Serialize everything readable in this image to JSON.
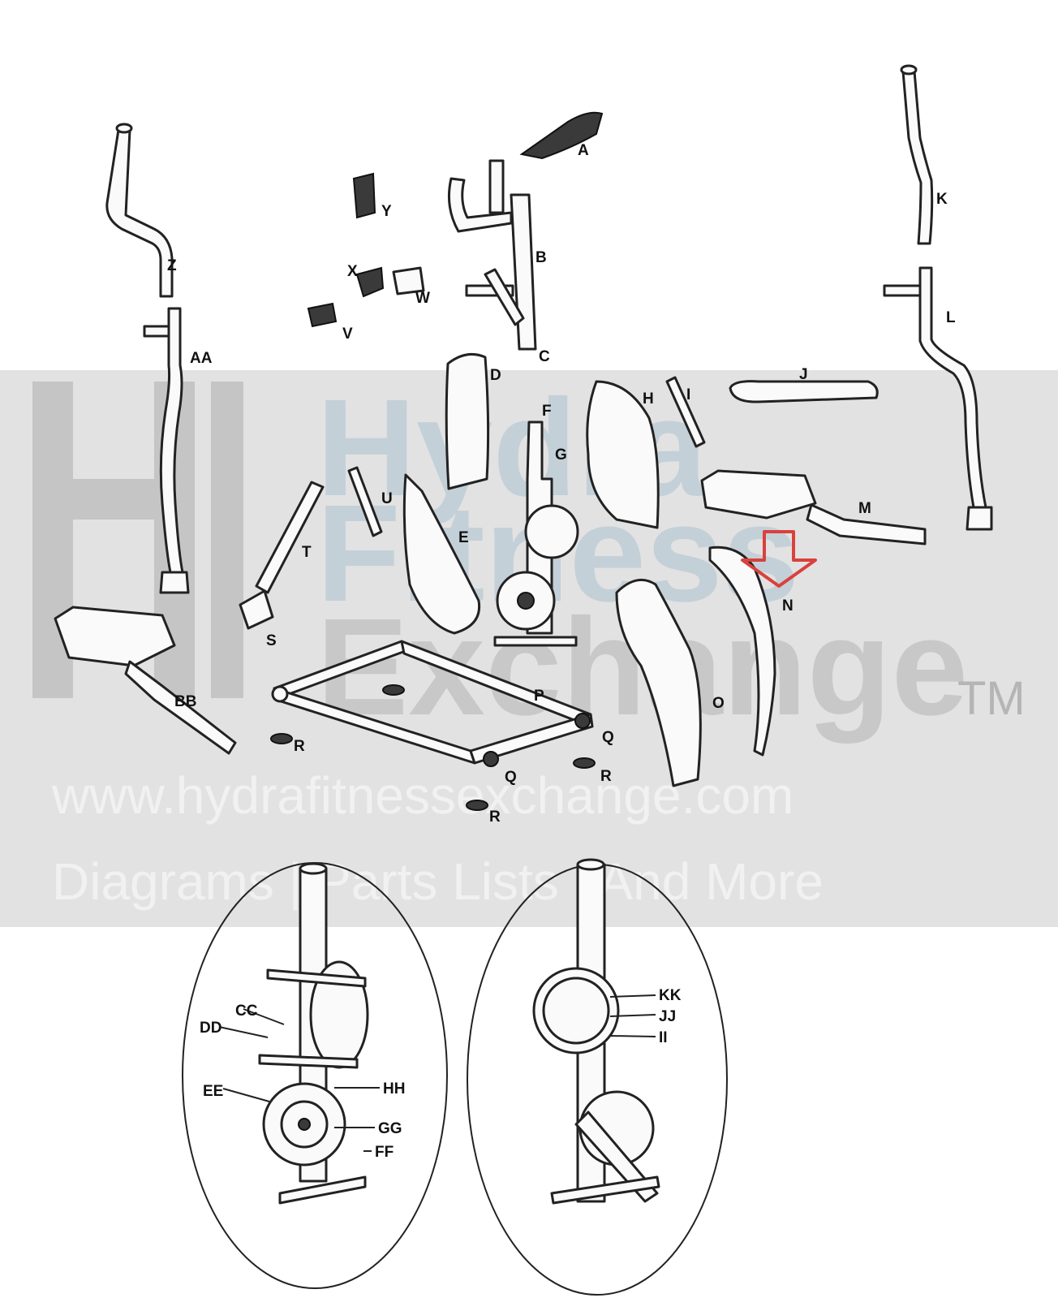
{
  "diagram": {
    "part_labels": {
      "A": "A",
      "B": "B",
      "C": "C",
      "D": "D",
      "E": "E",
      "F": "F",
      "G": "G",
      "H": "H",
      "I": "I",
      "J": "J",
      "K": "K",
      "L": "L",
      "M": "M",
      "N": "N",
      "O": "O",
      "P": "P",
      "Q1": "Q",
      "Q2": "Q",
      "R1": "R",
      "R2": "R",
      "R3": "R",
      "S": "S",
      "T": "T",
      "U": "U",
      "V": "V",
      "W": "W",
      "X": "X",
      "Y": "Y",
      "Z": "Z",
      "AA": "AA",
      "BB": "BB"
    },
    "detail_labels": {
      "CC": "CC",
      "DD": "DD",
      "EE": "EE",
      "FF": "FF",
      "GG": "GG",
      "HH": "HH",
      "II": "II",
      "JJ": "JJ",
      "KK": "KK"
    },
    "highlight": {
      "target": "N",
      "arrow_color": "#d9413d"
    }
  },
  "watermark": {
    "word_1": "Hydra",
    "word_2": "Fitness",
    "word_3": "Exchange",
    "trademark": "TM",
    "url": "www.hydrafitnessexchange.com",
    "tagline": "Diagrams | Parts Lists | And More",
    "band_color": "#b9b9b9",
    "logo_color": "#8fb0c6"
  }
}
